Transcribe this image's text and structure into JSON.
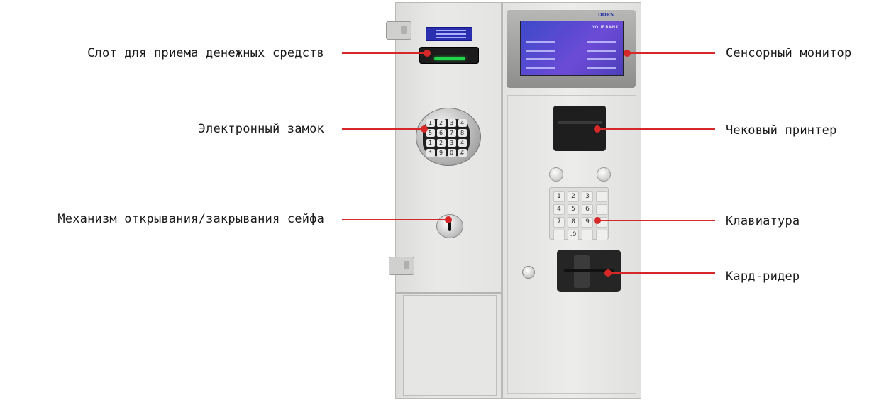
{
  "labels": {
    "cash_slot": "Слот для приема денежных средств",
    "electronic_lock": "Электронный замок",
    "safe_mechanism": "Механизм открывания/закрывания сейфа",
    "touch_monitor": "Сенсорный монитор",
    "receipt_printer": "Чековый принтер",
    "keypad": "Клавиатура",
    "card_reader": "Кард-ридер"
  },
  "screen": {
    "brand": "YOURBANK",
    "logo": "DORS"
  },
  "lock_keys": [
    "1",
    "2",
    "3",
    "4",
    "5",
    "6",
    "7",
    "8",
    "1",
    "2",
    "3",
    "4",
    "*",
    "9",
    "0",
    "#"
  ],
  "pinpad_keys": [
    "1",
    "2",
    "3",
    "",
    "4",
    "5",
    "6",
    "",
    "7",
    "8",
    "9",
    "",
    "",
    ".0",
    "",
    ""
  ],
  "colors": {
    "accent_line": "#d62828",
    "cash_slot_light": "#23d44a",
    "screen": "#4b4fd0"
  }
}
